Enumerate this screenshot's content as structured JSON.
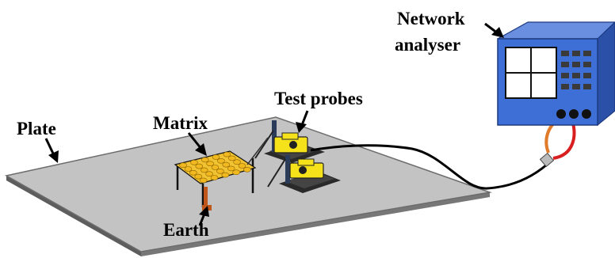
{
  "labels": {
    "network_line1": "Network",
    "network_line2": "analyser",
    "test_probes": "Test probes",
    "plate": "Plate",
    "matrix": "Matrix",
    "earth": "Earth"
  },
  "colors": {
    "plate_top": "#c3c3c3",
    "plate_edge": "#6c6c6c",
    "analyser_body": "#3d6fd6",
    "analyser_side": "#2a50a8",
    "matrix_dot": "#f1b81f",
    "probe_yellow": "#f5e21b",
    "cable": "#000000",
    "orange_lead": "#e07b2a",
    "red_lead": "#d81f1f",
    "earth_strap": "#c0571a"
  },
  "icons": [
    "network-analyser-icon",
    "test-probe-icon",
    "matrix-icon",
    "plate-icon",
    "cable-icon"
  ]
}
